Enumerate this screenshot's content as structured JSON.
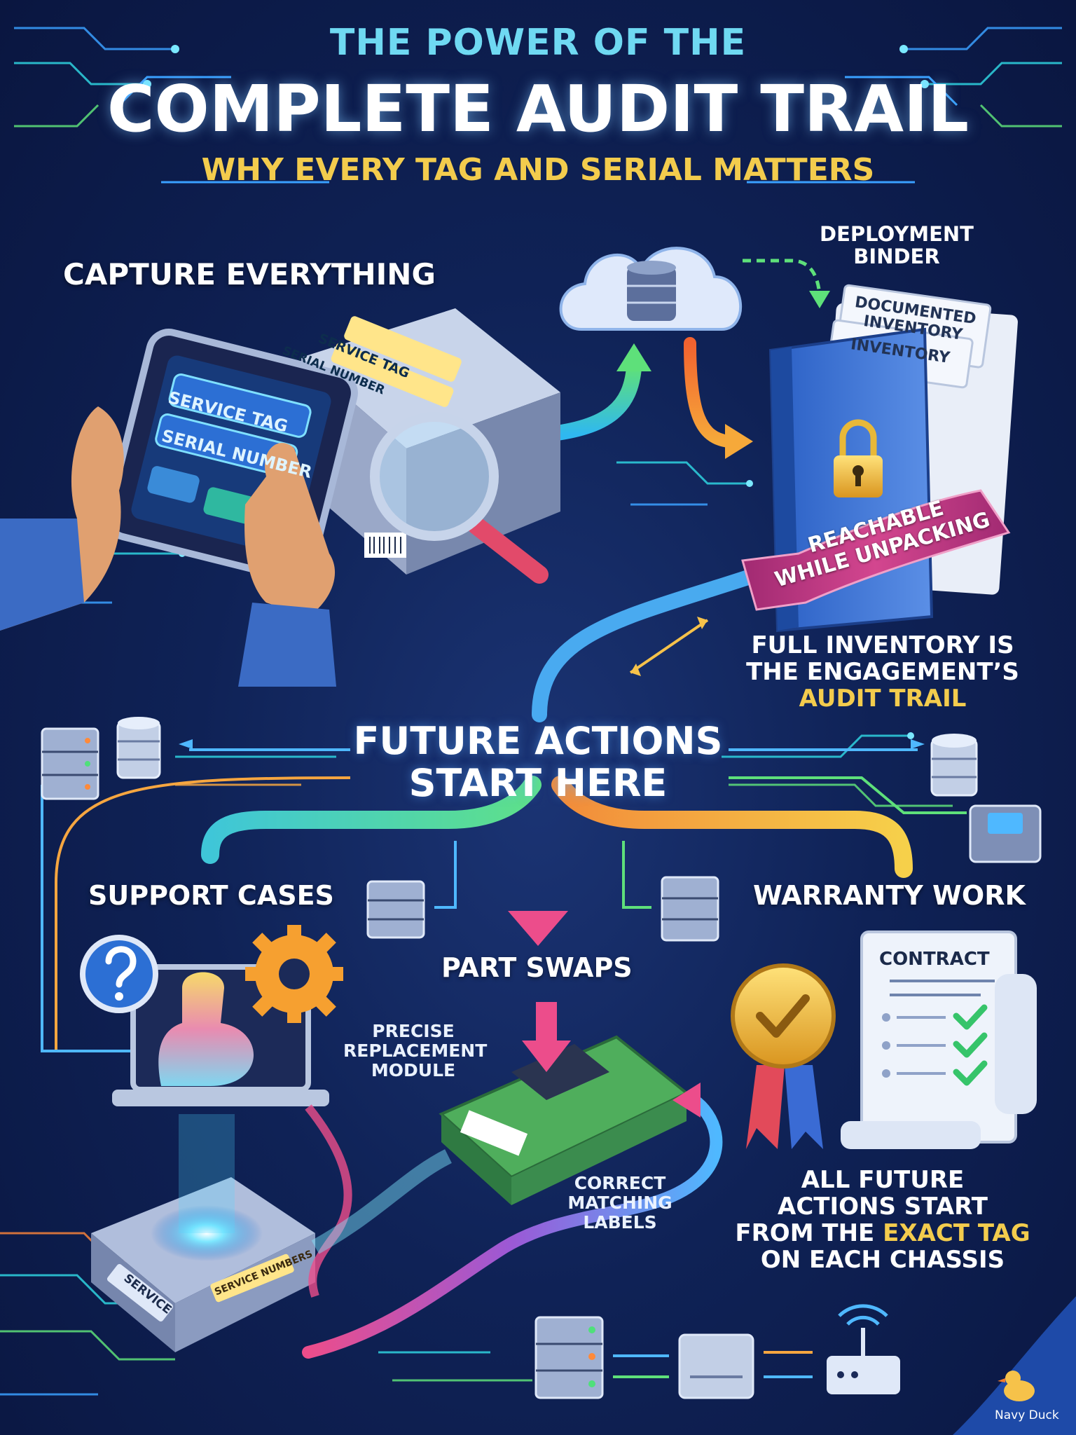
{
  "header": {
    "kicker": "THE POWER OF THE",
    "title": "COMPLETE AUDIT TRAIL",
    "subtitle": "WHY EVERY TAG AND SERIAL MATTERS"
  },
  "capture": {
    "heading": "CAPTURE EVERYTHING",
    "tablet_tag": "SERVICE TAG",
    "tablet_serial": "SERIAL NUMBER",
    "server_tag": "SERVICE TAG",
    "server_serial": "SERIAL NUMBER"
  },
  "binder": {
    "heading_line1": "DEPLOYMENT",
    "heading_line2": "BINDER",
    "doc1_line1": "DOCUMENTED",
    "doc1_line2": "INVENTORY",
    "doc2": "INVENTORY",
    "ribbon_line1": "REACHABLE",
    "ribbon_line2": "WHILE UNPACKING",
    "note_line1": "FULL INVENTORY IS",
    "note_line2": "THE ENGAGEMENT’S",
    "note_line3": "AUDIT TRAIL"
  },
  "center": {
    "line1": "FUTURE ACTIONS",
    "line2": "START HERE"
  },
  "support": {
    "heading": "SUPPORT CASES"
  },
  "parts": {
    "heading": "PART SWAPS",
    "precise_line1": "PRECISE",
    "precise_line2": "REPLACEMENT",
    "precise_line3": "MODULE",
    "correct_line1": "CORRECT",
    "correct_line2": "MATCHING",
    "correct_line3": "LABELS"
  },
  "warranty": {
    "heading": "WARRANTY WORK",
    "contract": "CONTRACT",
    "note_line1": "ALL FUTURE",
    "note_line2": "ACTIONS START",
    "note_line3_pre": "FROM THE",
    "note_line3_hl": "EXACT TAG",
    "note_line4": "ON EACH CHASSIS"
  },
  "hardware_labels": {
    "service": "SERVICE",
    "service_numbers": "SERVICE NUMBERS"
  },
  "brand": "Navy Duck",
  "colors": {
    "title_cyan": "#6fd9f2",
    "accent_yellow": "#f3cc4d",
    "ribbon_magenta": "#c2377e",
    "flow_green": "#4fd48a",
    "flow_orange": "#f6a640",
    "flow_pink": "#ec4d8b",
    "flow_cyan": "#4fb8ff"
  },
  "icons": [
    "cloud-database-icon",
    "padlock-icon",
    "magnifier-icon",
    "question-icon",
    "gear-icon",
    "award-badge-icon",
    "checkmark-icon",
    "server-rack-icon",
    "database-icon",
    "wifi-router-icon",
    "duck-icon"
  ]
}
